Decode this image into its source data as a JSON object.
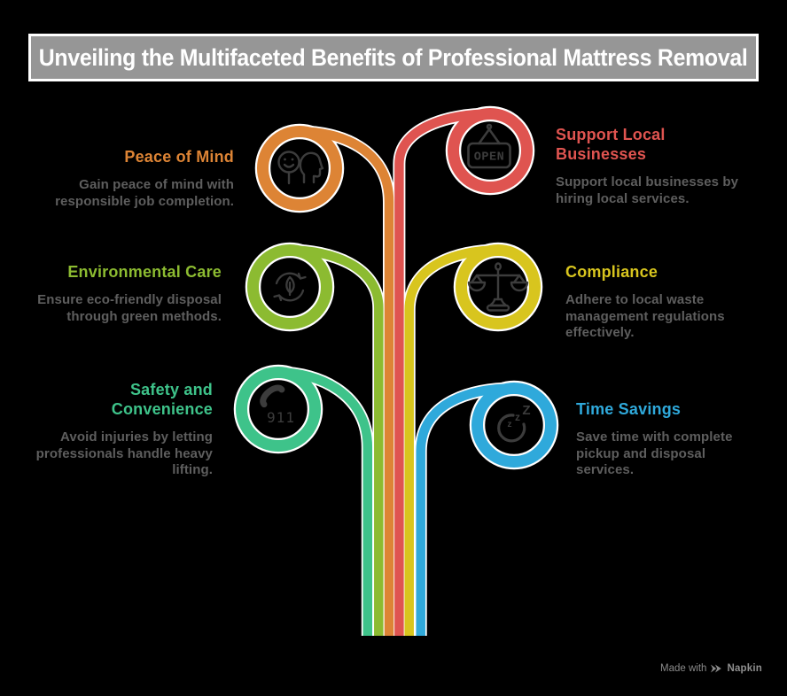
{
  "title": "Unveiling the Multifaceted Benefits of Professional Mattress Removal",
  "colors": {
    "background": "#000000",
    "outline": "#FFFFFF",
    "title_bg": "#969696",
    "title_text": "#FFFFFF",
    "body_text": "#5E5E5E",
    "icon_stroke": "#3C3C3C",
    "footer_text": "#8A8A8A"
  },
  "benefits": [
    {
      "id": "peace-of-mind",
      "heading": "Peace of Mind",
      "body": "Gain peace of mind with\nresponsible job completion.",
      "color": "#DD8435",
      "icon": "head-smiley-icon",
      "side": "left"
    },
    {
      "id": "support-local-businesses",
      "heading": "Support Local\nBusinesses",
      "body": "Support local businesses by\nhiring local services.",
      "color": "#DF5450",
      "icon": "open-sign-icon",
      "side": "right"
    },
    {
      "id": "environmental-care",
      "heading": "Environmental Care",
      "body": "Ensure eco-friendly disposal\nthrough green methods.",
      "color": "#8CBB31",
      "icon": "recycle-leaf-icon",
      "side": "left"
    },
    {
      "id": "compliance",
      "heading": "Compliance",
      "body": "Adhere to local waste\nmanagement regulations\neffectively.",
      "color": "#D8C51E",
      "icon": "justice-scales-icon",
      "side": "right"
    },
    {
      "id": "safety-and-convenience",
      "heading": "Safety and\nConvenience",
      "body": "Avoid injuries by letting\nprofessionals handle heavy\nlifting.",
      "color": "#3EC38A",
      "icon": "emergency-phone-icon",
      "side": "left"
    },
    {
      "id": "time-savings",
      "heading": "Time Savings",
      "body": "Save time with complete\npickup and disposal\nservices.",
      "color": "#2FA9DB",
      "icon": "sleep-clock-icon",
      "side": "right"
    }
  ],
  "icon_text": {
    "open_sign": "OPEN",
    "emergency_phone": "911",
    "sleep_z": [
      "z",
      "z",
      "Z"
    ]
  },
  "footer": {
    "made_with": "Made with",
    "brand": "Napkin"
  }
}
